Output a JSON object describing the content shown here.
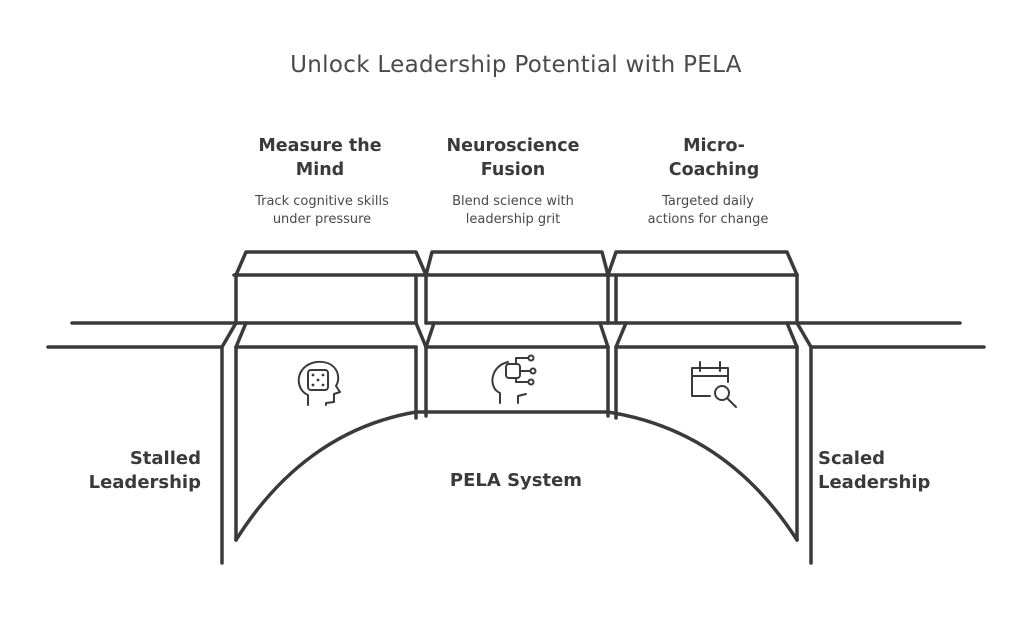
{
  "title": "Unlock Leadership Potential with PELA",
  "columns": [
    {
      "title_line1": "Measure the",
      "title_line2": "Mind",
      "desc_line1": "Track cognitive skills",
      "desc_line2": "under pressure",
      "icon": "head-dice-icon"
    },
    {
      "title_line1": "Neuroscience",
      "title_line2": "Fusion",
      "desc_line1": "Blend science with",
      "desc_line2": "leadership grit",
      "icon": "head-circuit-icon"
    },
    {
      "title_line1": "Micro-",
      "title_line2": "Coaching",
      "desc_line1": "Targeted daily",
      "desc_line2": "actions for change",
      "icon": "calendar-search-icon"
    }
  ],
  "left_label": {
    "line1": "Stalled",
    "line2": "Leadership"
  },
  "right_label": {
    "line1": "Scaled",
    "line2": "Leadership"
  },
  "center_label": "PELA System",
  "colors": {
    "stroke": "#3a3a3a",
    "text": "#3a3a3a"
  }
}
